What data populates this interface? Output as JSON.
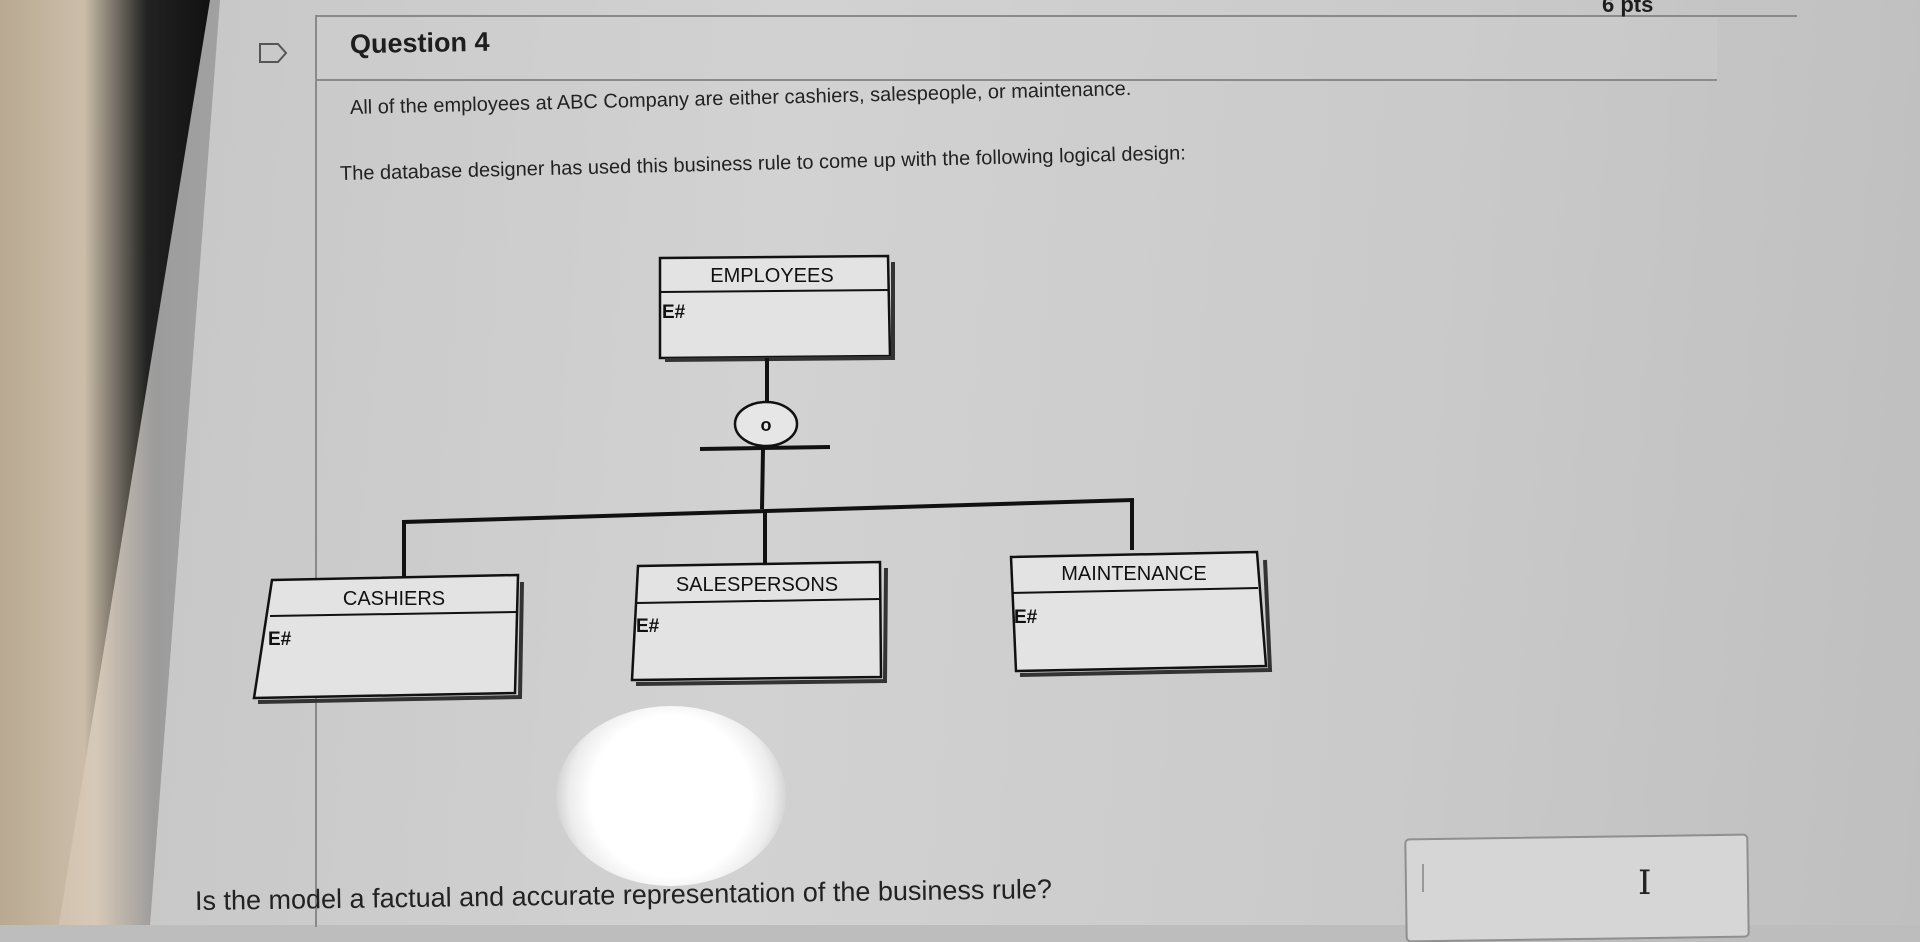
{
  "question": {
    "title": "Question 4",
    "points": "6 pts",
    "paragraph_1": "All of the employees at ABC Company are either cashiers, salespeople, or maintenance.",
    "paragraph_2": "The database designer has used this business rule to come up with the following logical design:",
    "prompt": "Is the model a factual and accurate representation of the business rule?"
  },
  "diagram": {
    "entities": {
      "parent": {
        "name": "EMPLOYEES",
        "attribute": "E#"
      },
      "child_1": {
        "name": "CASHIERS",
        "attribute": "E#"
      },
      "child_2": {
        "name": "SALESPERSONS",
        "attribute": "E#"
      },
      "child_3": {
        "name": "MAINTENANCE",
        "attribute": "E#"
      }
    },
    "subtype_symbol": "o"
  },
  "answer": {
    "value": ""
  },
  "icons": {
    "flag": "flag-outline-icon",
    "cursor": "text-cursor-icon"
  },
  "colors": {
    "screen_bg": "#cfcfcf",
    "border": "#8a8a8a",
    "text": "#222222"
  }
}
